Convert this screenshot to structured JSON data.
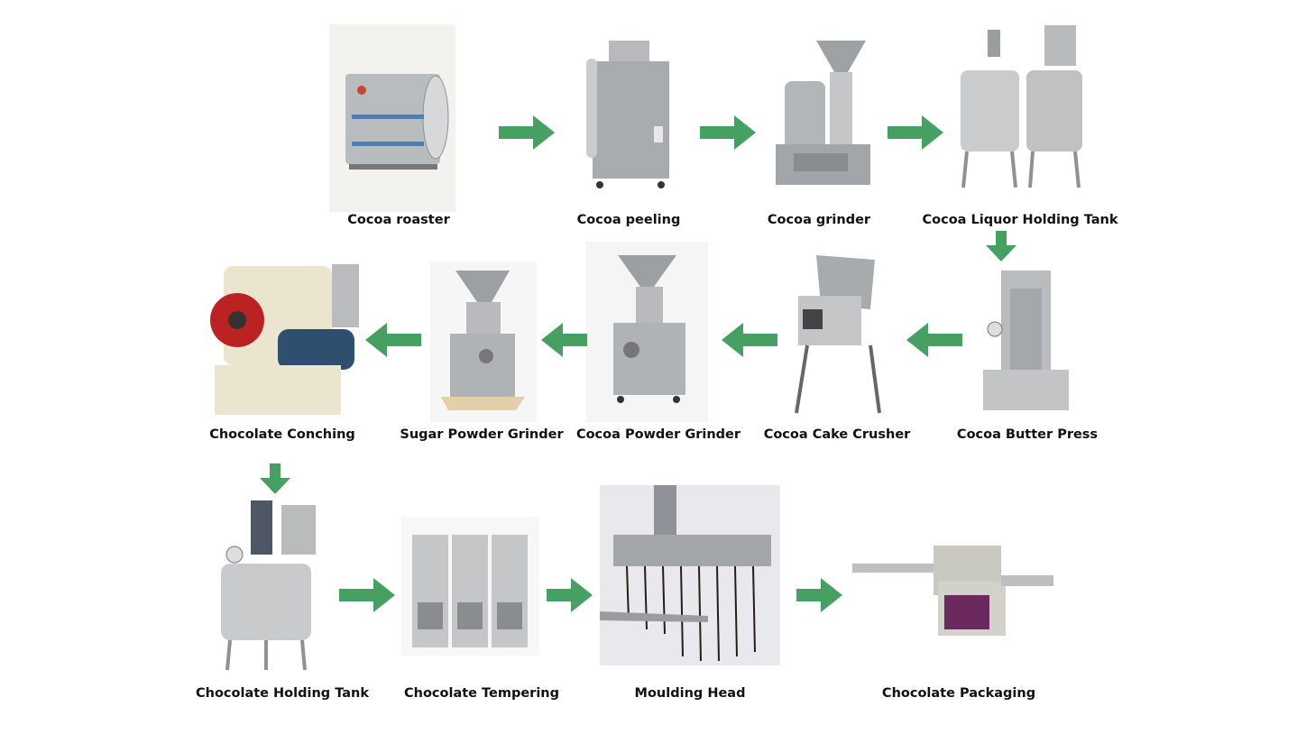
{
  "arrow_color": "#46a061",
  "steps": [
    {
      "label": "Cocoa roaster",
      "icon": "cocoa-roaster-machine"
    },
    {
      "label": "Cocoa peeling",
      "icon": "cocoa-peeling-machine"
    },
    {
      "label": "Cocoa grinder",
      "icon": "cocoa-grinder-machine"
    },
    {
      "label": "Cocoa Liquor Holding Tank",
      "icon": "holding-tank-machine"
    },
    {
      "label": "Cocoa Butter Press",
      "icon": "butter-press-machine"
    },
    {
      "label": "Cocoa Cake Crusher",
      "icon": "cake-crusher-machine"
    },
    {
      "label": "Cocoa Powder Grinder",
      "icon": "powder-grinder-machine"
    },
    {
      "label": "Sugar Powder Grinder",
      "icon": "sugar-grinder-machine"
    },
    {
      "label": "Chocolate Conching",
      "icon": "conching-machine"
    },
    {
      "label": "Chocolate Holding Tank",
      "icon": "holding-tank-machine"
    },
    {
      "label": "Chocolate Tempering",
      "icon": "tempering-machine"
    },
    {
      "label": "Moulding Head",
      "icon": "moulding-head-machine"
    },
    {
      "label": "Chocolate Packaging",
      "icon": "packaging-machine"
    }
  ]
}
